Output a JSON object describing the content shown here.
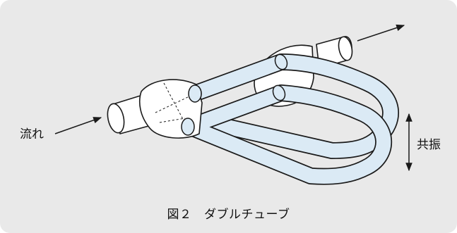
{
  "labels": {
    "flow": "流れ",
    "resonance": "共振",
    "caption": "図２　ダブルチューブ"
  },
  "colors": {
    "background": "#e9e9e9",
    "tube_fill": "#dbeaf5",
    "manifold_fill": "#ffffff",
    "stroke": "#1a1a1a"
  }
}
